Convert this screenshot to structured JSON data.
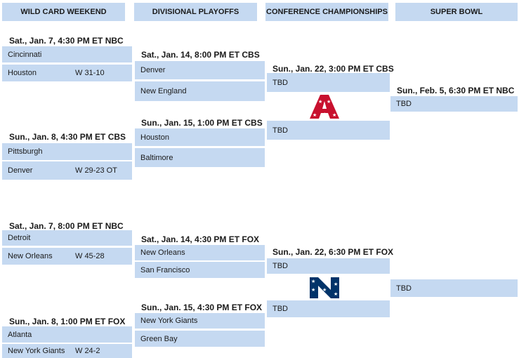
{
  "headers": [
    "WILD CARD WEEKEND",
    "DIVISIONAL PLAYOFFS",
    "CONFERENCE CHAMPIONSHIPS",
    "SUPER BOWL"
  ],
  "wildcard": [
    {
      "time": "Sat., Jan. 7, 4:30 PM ET NBC",
      "team1": "Cincinnati",
      "team2": "Houston",
      "result": "W 31-10"
    },
    {
      "time": "Sun., Jan. 8, 4:30 PM ET CBS",
      "team1": "Pittsburgh",
      "team2": "Denver",
      "result": "W 29-23 OT"
    },
    {
      "time": "Sat., Jan. 7, 8:00 PM ET NBC",
      "team1": "Detroit",
      "team2": "New Orleans",
      "result": "W 45-28"
    },
    {
      "time": "Sun., Jan. 8, 1:00 PM ET FOX",
      "team1": "Atlanta",
      "team2": "New York Giants",
      "result": "W 24-2"
    }
  ],
  "divisional": [
    {
      "time": "Sat., Jan. 14, 8:00 PM ET CBS",
      "team1": "Denver",
      "team2": "New England"
    },
    {
      "time": "Sun., Jan. 15, 1:00 PM ET CBS",
      "team1": "Houston",
      "team2": "Baltimore"
    },
    {
      "time": "Sat., Jan. 14, 4:30 PM ET FOX",
      "team1": "New Orleans",
      "team2": "San Francisco"
    },
    {
      "time": "Sun., Jan. 15, 4:30 PM ET FOX",
      "team1": "New York Giants",
      "team2": "Green Bay"
    }
  ],
  "conference": [
    {
      "time": "Sun., Jan. 22, 3:00 PM ET CBS",
      "team1": "TBD",
      "team2": "TBD"
    },
    {
      "time": "Sun., Jan. 22, 6:30 PM ET FOX",
      "team1": "TBD",
      "team2": "TBD"
    }
  ],
  "superbowl": {
    "time": "Sun., Feb. 5, 6:30 PM ET NBC",
    "team1": "TBD",
    "team2": "TBD"
  },
  "logos": {
    "afc": "afc-logo",
    "nfc": "nfc-logo"
  },
  "colors": {
    "box": "#c5d9f1",
    "afc_red": "#c8102e",
    "nfc_navy": "#013369"
  }
}
